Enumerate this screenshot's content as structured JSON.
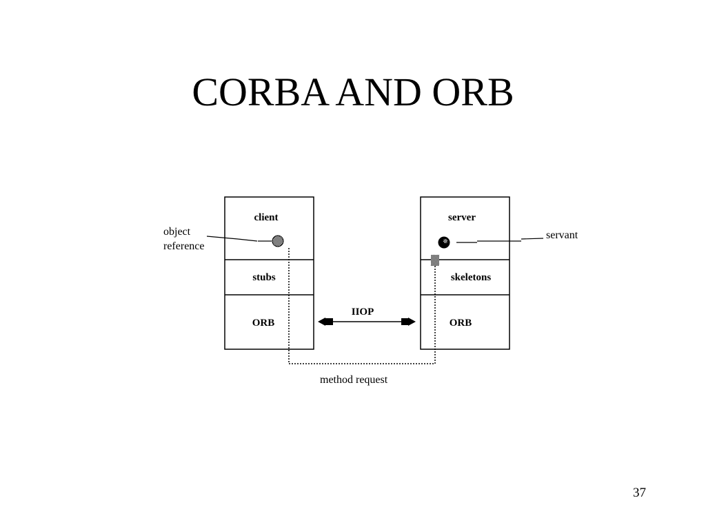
{
  "slide": {
    "title": "CORBA AND ORB",
    "page_number": "37"
  },
  "diagram": {
    "client_stack": {
      "top": "client",
      "middle": "stubs",
      "bottom": "ORB"
    },
    "server_stack": {
      "top": "server",
      "middle": "skeletons",
      "bottom": "ORB"
    },
    "protocol_label": "IIOP",
    "callouts": {
      "object_reference_line1": "object",
      "object_reference_line2": "reference",
      "servant": "servant",
      "method_request": "method request"
    }
  }
}
